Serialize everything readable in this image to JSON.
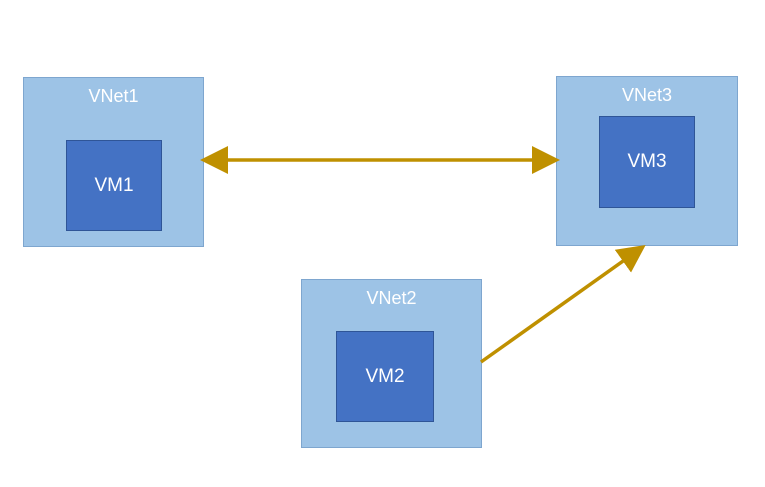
{
  "diagram": {
    "nodes": [
      {
        "id": "vnet1",
        "label": "VNet1",
        "vm_label": "VM1"
      },
      {
        "id": "vnet2",
        "label": "VNet2",
        "vm_label": "VM2"
      },
      {
        "id": "vnet3",
        "label": "VNet3",
        "vm_label": "VM3"
      }
    ],
    "edges": [
      {
        "from": "vnet1",
        "to": "vnet3",
        "direction": "bidirectional"
      },
      {
        "from": "vnet2",
        "to": "vnet3",
        "direction": "one-way"
      }
    ],
    "colors": {
      "vnet_fill": "#9dc3e6",
      "vm_fill": "#4472c4",
      "arrow": "#bf9000",
      "label_text": "#ffffff"
    }
  }
}
